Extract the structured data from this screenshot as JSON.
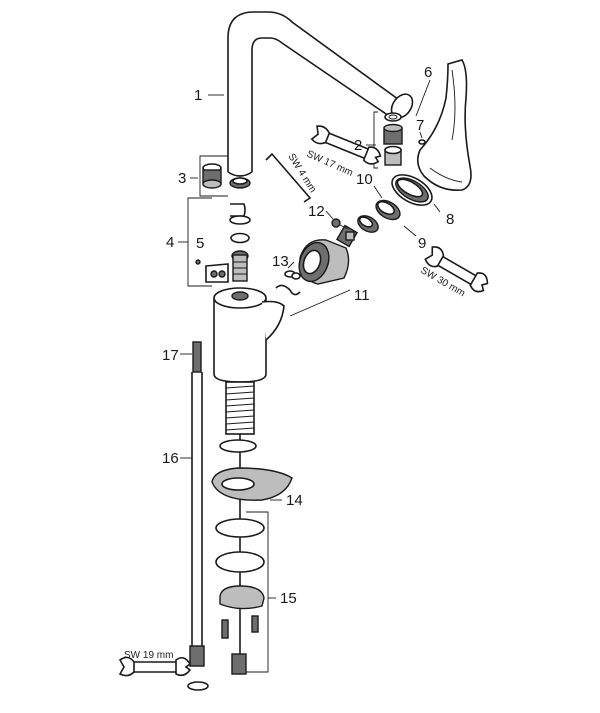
{
  "callouts": {
    "c1": "1",
    "c2": "2",
    "c3": "3",
    "c4": "4",
    "c5": "5",
    "c6": "6",
    "c7": "7",
    "c8": "8",
    "c9": "9",
    "c10": "10",
    "c11": "11",
    "c12": "12",
    "c13": "13",
    "c14": "14",
    "c15": "15",
    "c16": "16",
    "c17": "17"
  },
  "tools": {
    "sw17": "SW 17 mm",
    "sw4": "SW 4 mm",
    "sw30": "SW 30 mm",
    "sw19": "SW 19 mm"
  }
}
